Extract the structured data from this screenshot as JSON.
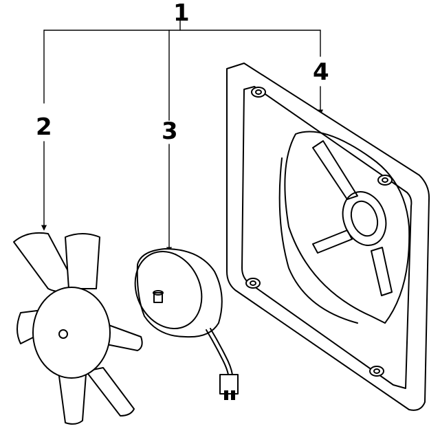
{
  "callouts": {
    "assembly": "1",
    "fan_blade": "2",
    "motor": "3",
    "shroud": "4"
  }
}
